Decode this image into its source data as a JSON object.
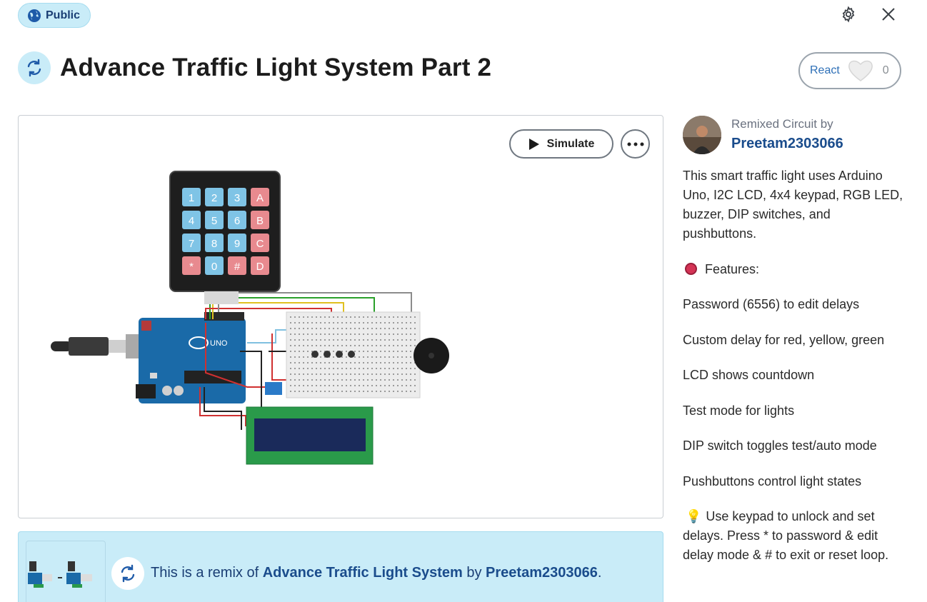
{
  "header": {
    "badge_label": "Public",
    "title": "Advance Traffic Light System Part 2",
    "icons": [
      "globe-icon",
      "gear-icon",
      "close-icon",
      "remix-icon"
    ]
  },
  "react": {
    "label": "React",
    "count": "0",
    "icon": "heart-icon"
  },
  "canvas": {
    "simulate_label": "Simulate",
    "more_icon": "more-icon",
    "keypad_keys": [
      "1",
      "2",
      "3",
      "A",
      "4",
      "5",
      "6",
      "B",
      "7",
      "8",
      "9",
      "C",
      "*",
      "0",
      "#",
      "D"
    ],
    "arduino_text": "UNO"
  },
  "author": {
    "label": "Remixed Circuit by",
    "name": "Preetam2303066"
  },
  "description": {
    "intro": "This smart traffic light uses Arduino Uno, I2C LCD, 4x4 keypad, RGB LED, buzzer, DIP switches, and pushbuttons.",
    "features_heading": "Features:",
    "features": [
      "Password (6556) to edit delays",
      "Custom delay for red, yellow, green",
      "LCD shows countdown",
      "Test mode for lights",
      "DIP switch toggles test/auto mode",
      "Pushbuttons control light states"
    ],
    "tip_icon": "💡",
    "tip": "Use keypad to unlock and set delays. Press * to password & edit delay mode & # to exit or reset loop."
  },
  "remix": {
    "prefix": "This is a remix of",
    "link": "Advance Traffic Light System",
    "by": "by",
    "author": "Preetam2303066",
    "suffix": "."
  },
  "colors": {
    "accent_light": "#c9ecf8",
    "link": "#1a4c8c",
    "keypad_blue": "#7fc4e6",
    "keypad_red": "#e88a8f"
  }
}
